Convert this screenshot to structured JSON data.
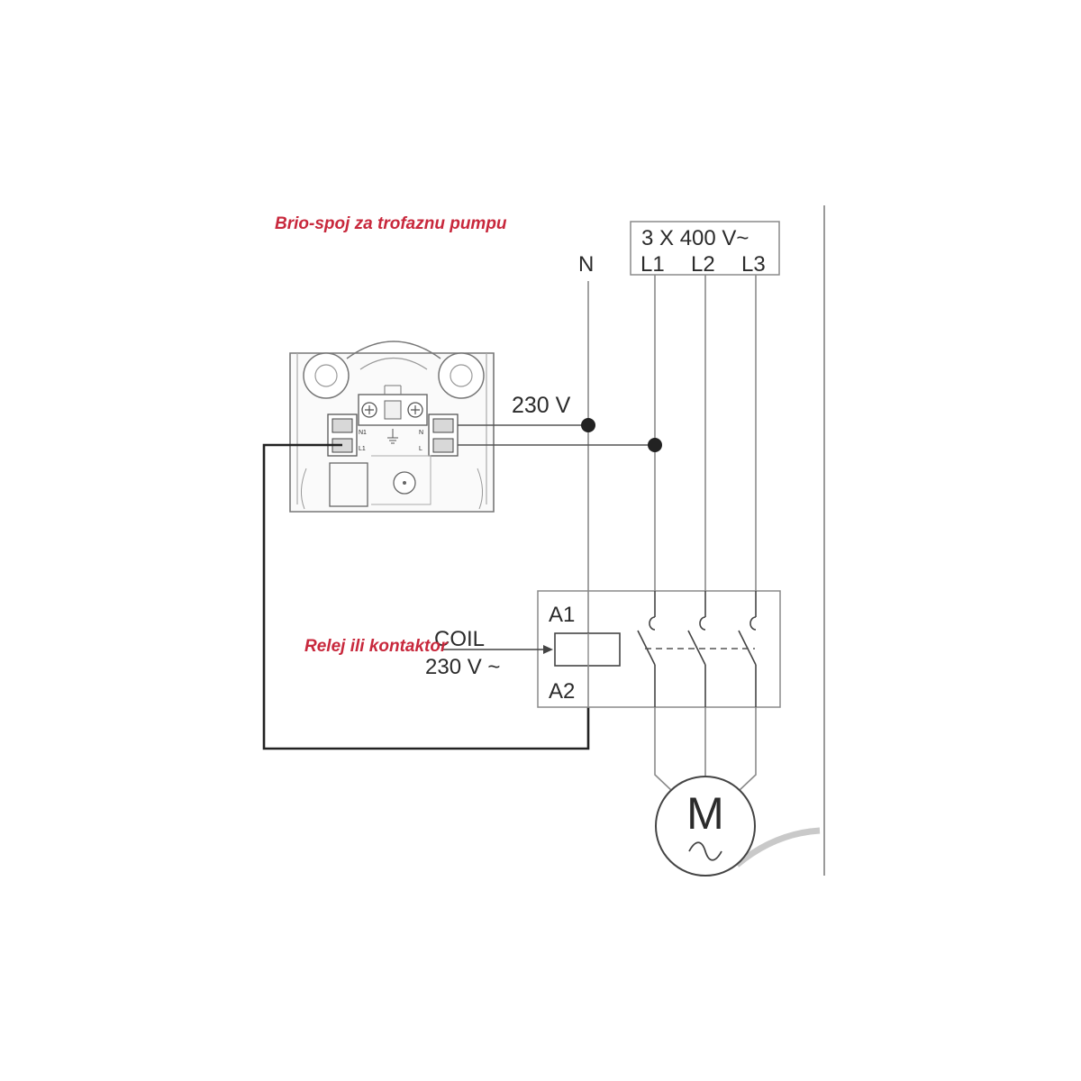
{
  "title": "Brio-spoj za trofaznu pumpu",
  "relay_caption": "Relej ili kontaktor",
  "supply": {
    "voltage": "3 X 400 V~",
    "phases": [
      "L1",
      "L2",
      "L3"
    ],
    "neutral": "N"
  },
  "controller": {
    "output_voltage": "230 V",
    "terminal_labels": [
      "N1",
      "L1",
      "N",
      "L"
    ]
  },
  "contactor": {
    "terminal_a1": "A1",
    "terminal_a2": "A2",
    "coil_label": "COIL",
    "coil_voltage": "230 V ~"
  },
  "motor": {
    "symbol": "M",
    "icon": "ac-sine-icon"
  },
  "colors": {
    "accent_red": "#c8283c",
    "line": "#9a9a9a",
    "wire": "#222222"
  }
}
